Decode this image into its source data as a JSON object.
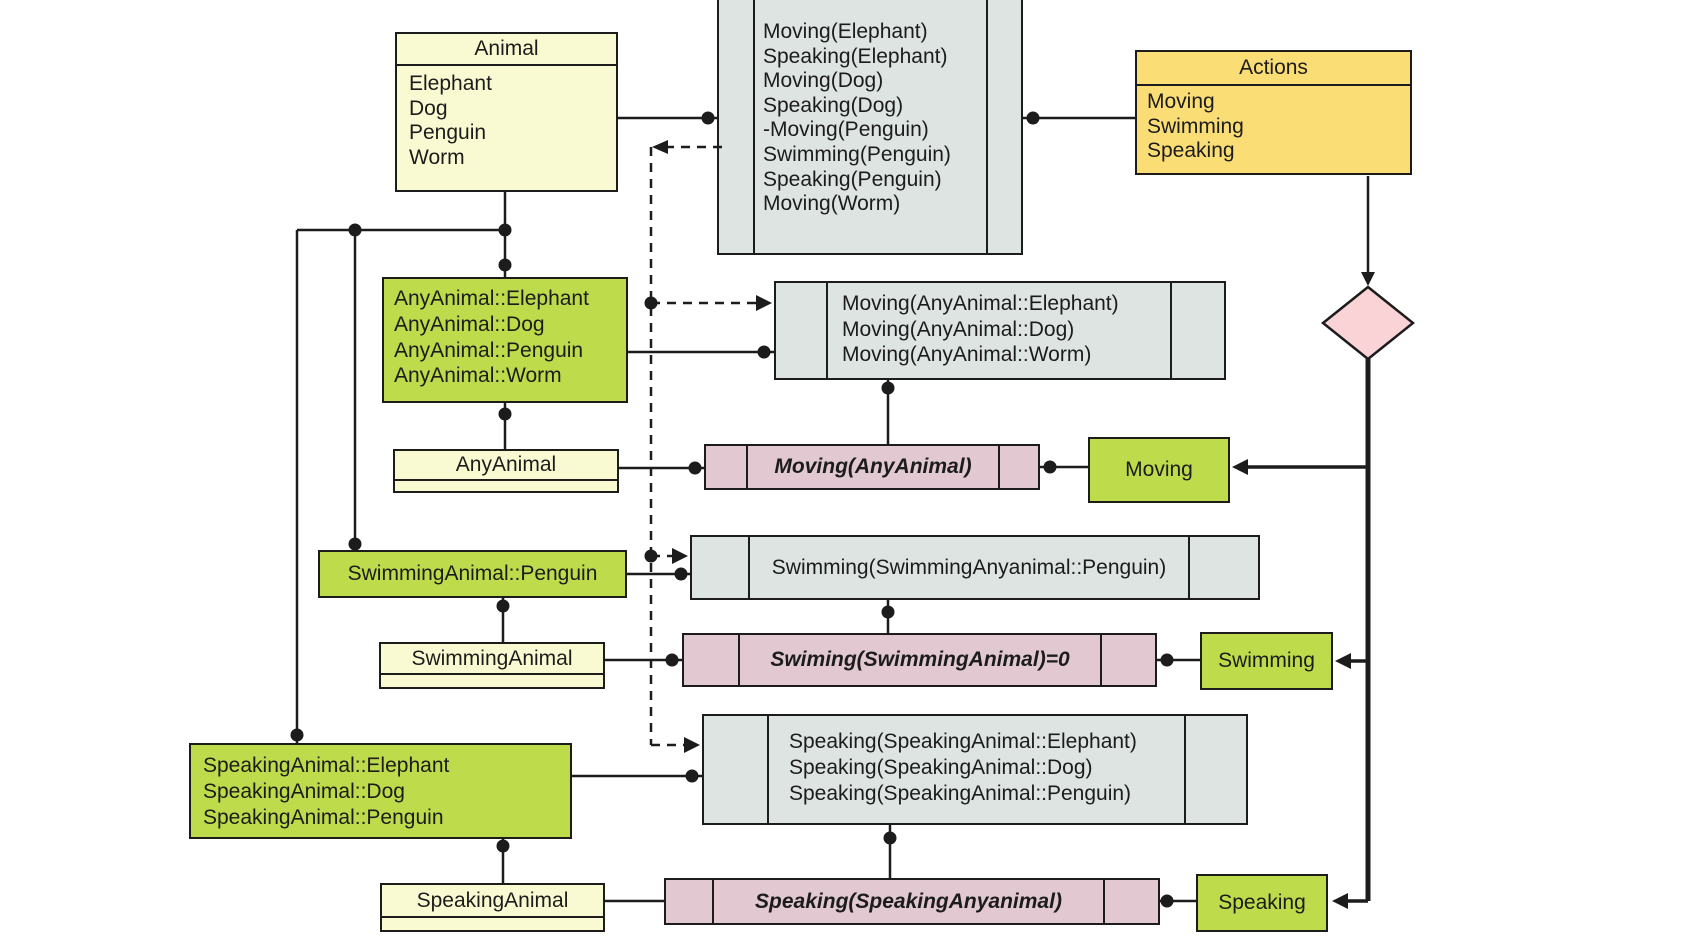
{
  "colors": {
    "class_yellow": "#FAFAD2",
    "actions_orange": "#FBDD76",
    "instance_gray": "#DDE4E1",
    "object_green": "#BDDB4B",
    "rule_pink": "#E2C9D1",
    "diamond_pink": "#FAD3D7",
    "line": "#1c1c1c"
  },
  "boxes": {
    "animal": {
      "title": "Animal",
      "items": [
        "Elephant",
        "Dog",
        "Penguin",
        "Worm"
      ]
    },
    "animal_instances": {
      "items": [
        "Moving(Elephant)",
        "Speaking(Elephant)",
        "Moving(Dog)",
        "Speaking(Dog)",
        "-Moving(Penguin)",
        "Swimming(Penguin)",
        "Speaking(Penguin)",
        "Moving(Worm)"
      ]
    },
    "actions": {
      "title": "Actions",
      "items": [
        "Moving",
        "Swimming",
        "Speaking"
      ]
    },
    "any_animal_objects": {
      "items": [
        "AnyAnimal::Elephant",
        "AnyAnimal::Dog",
        "AnyAnimal::Penguin",
        "AnyAnimal::Worm"
      ]
    },
    "moving_instances": {
      "items": [
        "Moving(AnyAnimal::Elephant)",
        "Moving(AnyAnimal::Dog)",
        "Moving(AnyAnimal::Worm)"
      ]
    },
    "any_animal_class": {
      "label": "AnyAnimal"
    },
    "moving_rule": {
      "label": "Moving(AnyAnimal)"
    },
    "moving_action": {
      "label": "Moving"
    },
    "swimming_penguin_object": {
      "label": "SwimmingAnimal::Penguin"
    },
    "swimming_instances": {
      "items": [
        "Swimming(SwimmingAnyanimal::Penguin)"
      ]
    },
    "swimming_animal_class": {
      "label": "SwimmingAnimal"
    },
    "swimming_rule": {
      "label": "Swiming(SwimmingAnimal)=0"
    },
    "swimming_action": {
      "label": "Swimming"
    },
    "speaking_objects": {
      "items": [
        "SpeakingAnimal::Elephant",
        "SpeakingAnimal::Dog",
        "SpeakingAnimal::Penguin"
      ]
    },
    "speaking_instances": {
      "items": [
        "Speaking(SpeakingAnimal::Elephant)",
        "Speaking(SpeakingAnimal::Dog)",
        "Speaking(SpeakingAnimal::Penguin)"
      ]
    },
    "speaking_animal_class": {
      "label": "SpeakingAnimal"
    },
    "speaking_rule": {
      "label": "Speaking(SpeakingAnyanimal)"
    },
    "speaking_action": {
      "label": "Speaking"
    }
  }
}
